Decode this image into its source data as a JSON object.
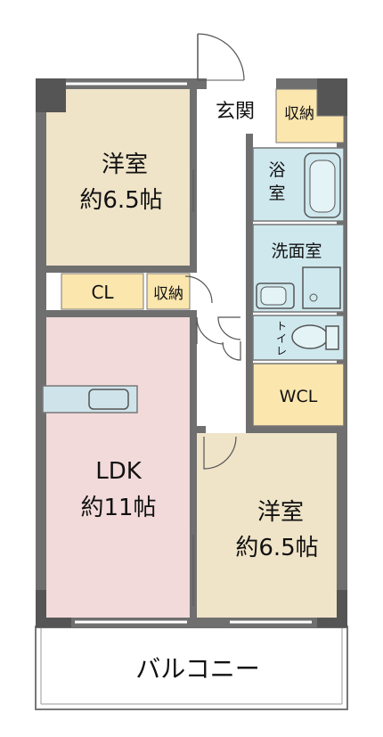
{
  "rooms": {
    "western_top": {
      "name": "洋室",
      "size": "約6.5帖",
      "color": "#efe3c8"
    },
    "ldk": {
      "name": "LDK",
      "size": "約11帖",
      "color": "#f2dada"
    },
    "western_bottom": {
      "name": "洋室",
      "size": "約6.5帖",
      "color": "#efe3c8"
    },
    "entrance": {
      "name": "玄関"
    },
    "storage_entrance": {
      "name": "収納",
      "color": "#fbe6ae"
    },
    "bath": {
      "name_line1": "浴",
      "name_line2": "室",
      "color": "#cfe8ee"
    },
    "washroom": {
      "name": "洗面室",
      "color": "#cfe8ee"
    },
    "toilet": {
      "name_line1": "ト",
      "name_line2": "イ",
      "name_line3": "レ",
      "color": "#cfe8ee"
    },
    "wcl": {
      "name": "WCL",
      "color": "#fbe6ae"
    },
    "cl": {
      "name": "CL",
      "color": "#fbe6ae"
    },
    "storage_middle": {
      "name": "収納",
      "color": "#fbe6ae"
    },
    "balcony": {
      "name": "バルコニー"
    }
  },
  "colors": {
    "wall": "#6f6f6f",
    "wall_dark": "#555555",
    "kitchen": "#cfe3ea"
  }
}
